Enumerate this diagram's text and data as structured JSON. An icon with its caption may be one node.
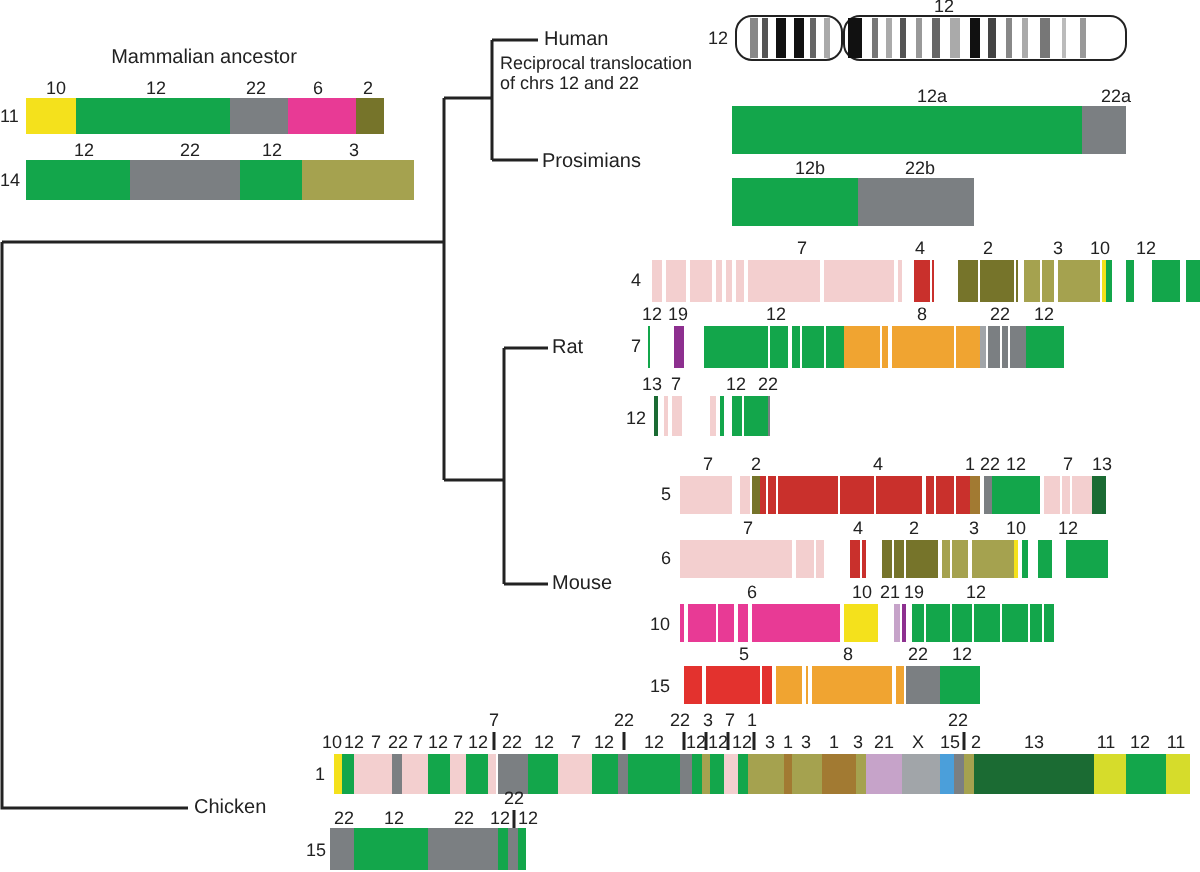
{
  "diagram": {
    "labels": [
      "Mammalian ancestor",
      "Human",
      "12",
      "12",
      "Reciprocal translocation of chrs 12 and 22",
      "10",
      "12",
      "22",
      "6",
      "2",
      "11",
      "12a",
      "22a",
      "12",
      "22",
      "12",
      "3",
      "14",
      "Prosimians",
      "12b",
      "22b",
      "7",
      "4",
      "2",
      "3",
      "10",
      "12",
      "4",
      "12",
      "19",
      "12",
      "8",
      "22",
      "12",
      "Rat",
      "7",
      "13",
      "7",
      "12",
      "22",
      "12",
      "7",
      "2",
      "4",
      "1",
      "22",
      "12",
      "7",
      "13",
      "5",
      "7",
      "4",
      "2",
      "3",
      "10",
      "12",
      "6",
      "Mouse",
      "6",
      "10",
      "21",
      "19",
      "12",
      "10",
      "5",
      "8",
      "22",
      "12",
      "15",
      "10",
      "12",
      "7",
      "22",
      "7",
      "12",
      "7",
      "12",
      "7",
      "22",
      "12",
      "7",
      "12",
      "22",
      "12",
      "22",
      "12",
      "3",
      "12",
      "7",
      "12",
      "1",
      "3",
      "1",
      "3",
      "1",
      "3",
      "21",
      "X",
      "15",
      "22",
      "2",
      "13",
      "11",
      "12",
      "11",
      "1",
      "Chicken",
      "22",
      "12",
      "22",
      "12",
      "22",
      "12",
      "15"
    ]
  }
}
